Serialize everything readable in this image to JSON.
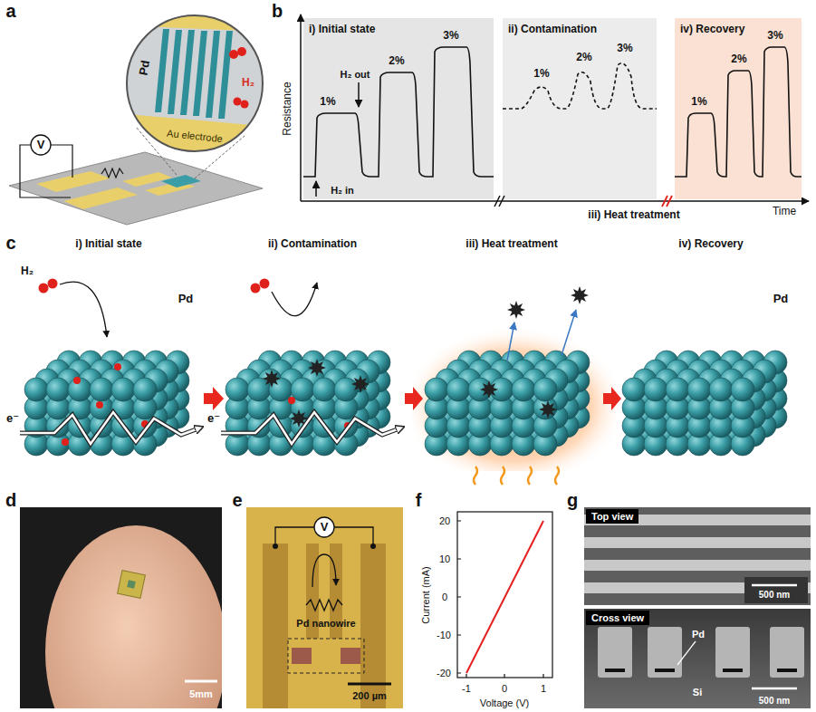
{
  "diagram": {
    "nodes": [
      {
        "text": [
          "i) Initial state"
        ]
      },
      {
        "text": [
          "ii) Contamination"
        ]
      },
      {
        "text": [
          "iv) Recovery"
        ]
      },
      {
        "text": [
          "Top view"
        ]
      },
      {
        "text": [
          "Cross view"
        ]
      }
    ],
    "labels": [
      "a",
      "V",
      "Pd",
      "Au electrode",
      "H₂",
      "b",
      "Resistance",
      "1%",
      "H₂ out",
      "2%",
      "3%",
      "H₂ in",
      "1%",
      "2%",
      "3%",
      "1%",
      "2%",
      "3%",
      "iii) Heat treatment",
      "Time",
      "c",
      "i) Initial state",
      "H₂",
      "Pd",
      "e⁻",
      "ii) Contamination",
      "e⁻",
      "iii) Heat treatment",
      "iv) Recovery",
      "Pd",
      "d",
      "5mm",
      "e",
      "V",
      "Pd nanowire",
      "200 µm",
      "f",
      "Current (mA)",
      "20",
      "10",
      "0",
      "-10",
      "-20",
      "-1",
      "0",
      "1",
      "Voltage (V)",
      "g",
      "Pd",
      "Si",
      "500 nm",
      "500 nm"
    ]
  }
}
